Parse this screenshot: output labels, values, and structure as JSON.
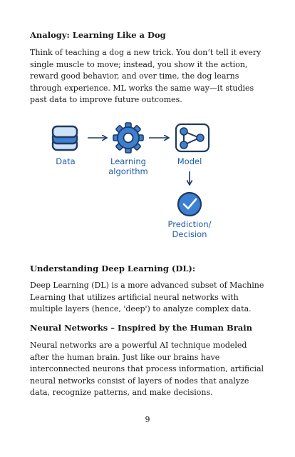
{
  "section1": {
    "heading": "Analogy: Learning Like a Dog",
    "paragraph": "Think of teaching a dog a new trick. You don’t tell it every single muscle to move; instead, you show it the action, reward good behavior, and over time, the dog learns through experience. ML works the same way—it studies past data to improve future outcomes."
  },
  "diagram": {
    "data_label": "Data",
    "algorithm_label": [
      "Learning",
      "algorithm"
    ],
    "model_label": "Model",
    "prediction_label": [
      "Prediction/",
      "Decision"
    ],
    "accent_color": "#1f5aa5",
    "icons": [
      "data-stack-icon",
      "gear-icon",
      "network-nodes-icon",
      "check-circle-icon"
    ]
  },
  "section2": {
    "heading": "Understanding Deep Learning (DL):",
    "paragraph": "Deep Learning (DL) is a more advanced subset of Machine Learning that utilizes artificial neural networks with multiple layers (hence, 'deep') to analyze complex data."
  },
  "section3": {
    "heading": "Neural Networks – Inspired by the Human Brain",
    "paragraph": "Neural networks are a powerful AI technique modeled after the human brain. Just like our brains have interconnected neurons that process information, artificial neural networks consist of layers of nodes that analyze data, recognize patterns, and make decisions."
  },
  "page_number": "9"
}
